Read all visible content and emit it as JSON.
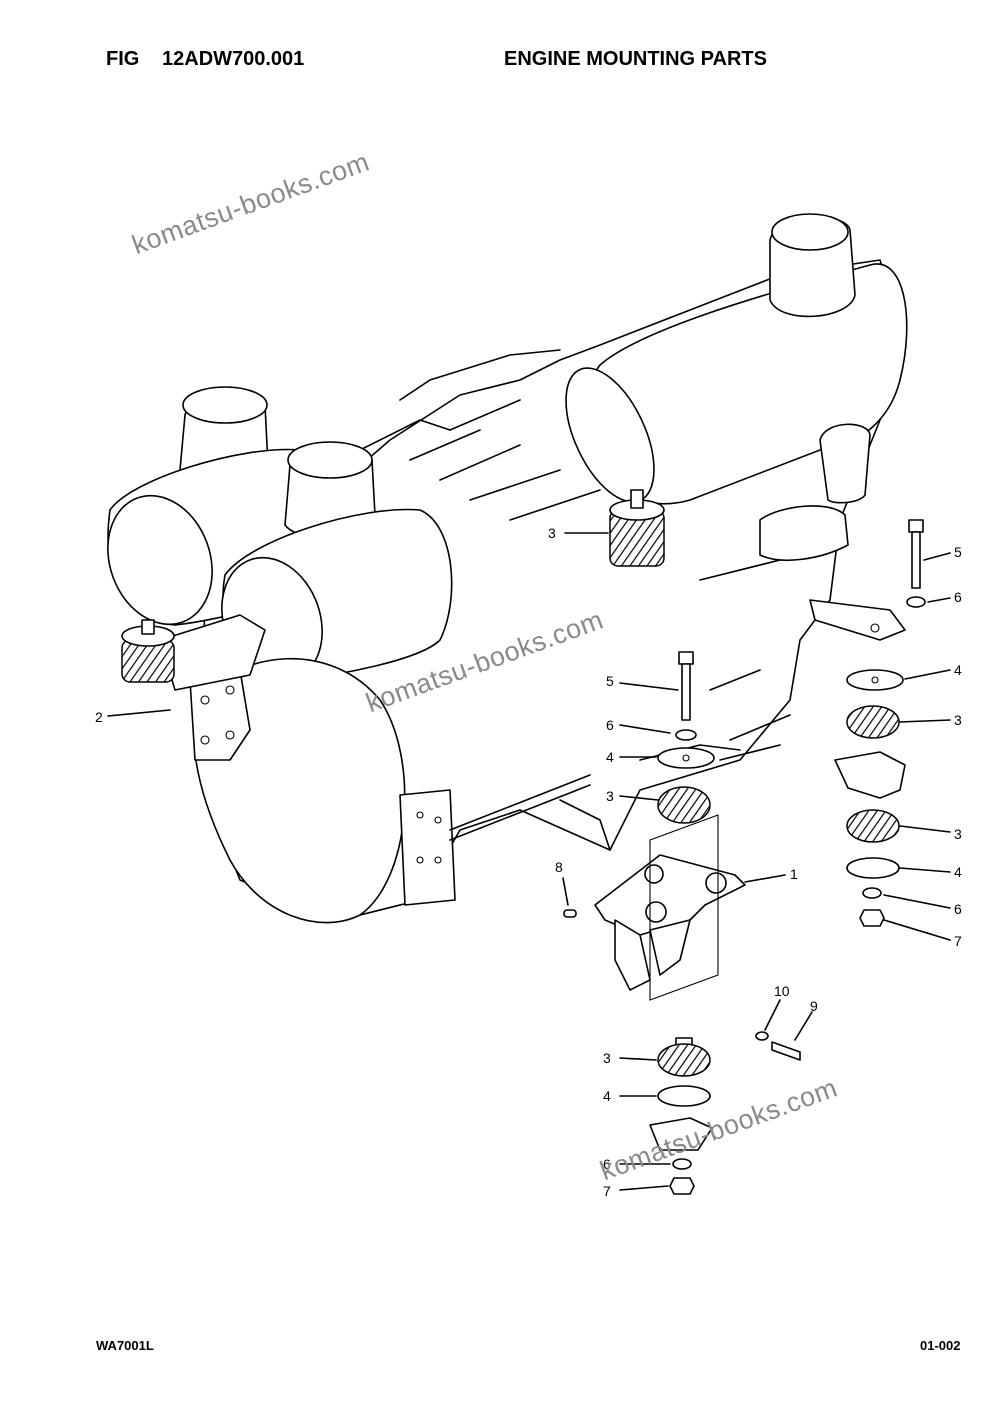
{
  "header": {
    "fig_label": "FIG",
    "fig_number": "12ADW700.001",
    "title": "ENGINE MOUNTING PARTS"
  },
  "footer": {
    "doc_code": "WA7001L",
    "page": "01-002"
  },
  "watermarks": [
    "komatsu-books.com",
    "komatsu-books.com",
    "komatsu-books.com"
  ],
  "callouts": [
    "3",
    "2",
    "5",
    "6",
    "4",
    "3",
    "8",
    "1",
    "10",
    "9",
    "3",
    "4",
    "6",
    "7",
    "5",
    "6",
    "4",
    "3",
    "3",
    "4",
    "6",
    "7"
  ]
}
